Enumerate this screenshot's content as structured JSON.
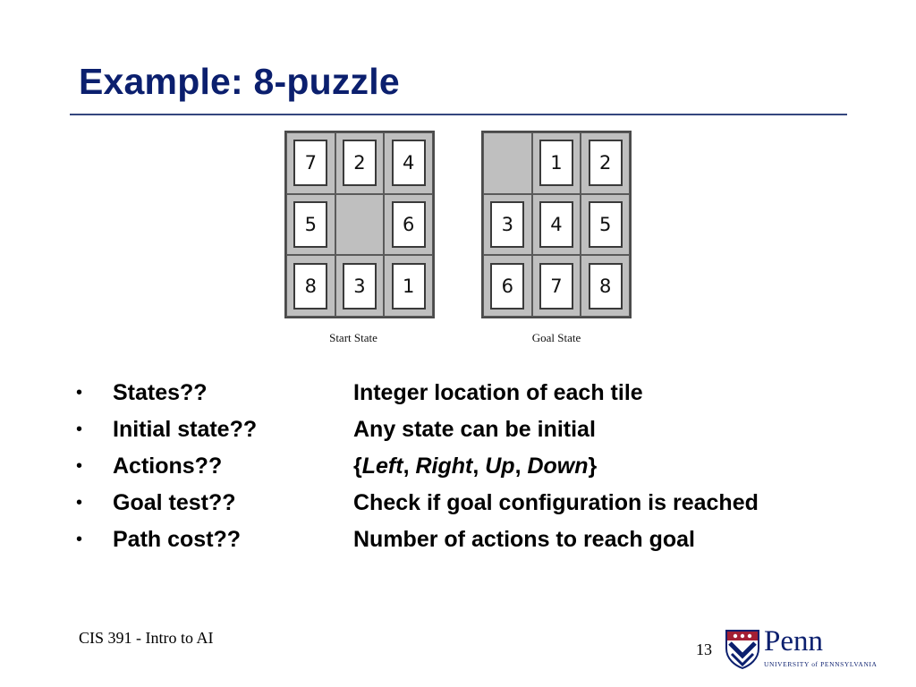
{
  "slide": {
    "title": "Example: 8-puzzle",
    "footer": "CIS 391 - Intro to AI",
    "page_number": "13"
  },
  "diagram": {
    "start": {
      "caption": "Start State",
      "tiles": [
        "7",
        "2",
        "4",
        "5",
        "",
        "6",
        "8",
        "3",
        "1"
      ]
    },
    "goal": {
      "caption": "Goal State",
      "tiles": [
        "",
        "1",
        "2",
        "3",
        "4",
        "5",
        "6",
        "7",
        "8"
      ]
    }
  },
  "bullets": [
    {
      "term": "States??",
      "desc": "Integer location of each tile"
    },
    {
      "term": "Initial state??",
      "desc": "Any state can be initial"
    },
    {
      "term": "Actions??",
      "desc_parts": [
        "{",
        "Left",
        ", ",
        "Right",
        ", ",
        "Up",
        ", ",
        "Down",
        "}"
      ]
    },
    {
      "term": "Goal test??",
      "desc": "Check if goal configuration is reached"
    },
    {
      "term": "Path cost??",
      "desc": "Number of actions to reach goal"
    }
  ],
  "logo": {
    "word": "Penn",
    "subtitle": "UNIVERSITY of PENNSYLVANIA",
    "icon": "penn-shield-icon",
    "colors": {
      "navy": "#0b1f6e",
      "red": "#a31f34"
    }
  }
}
